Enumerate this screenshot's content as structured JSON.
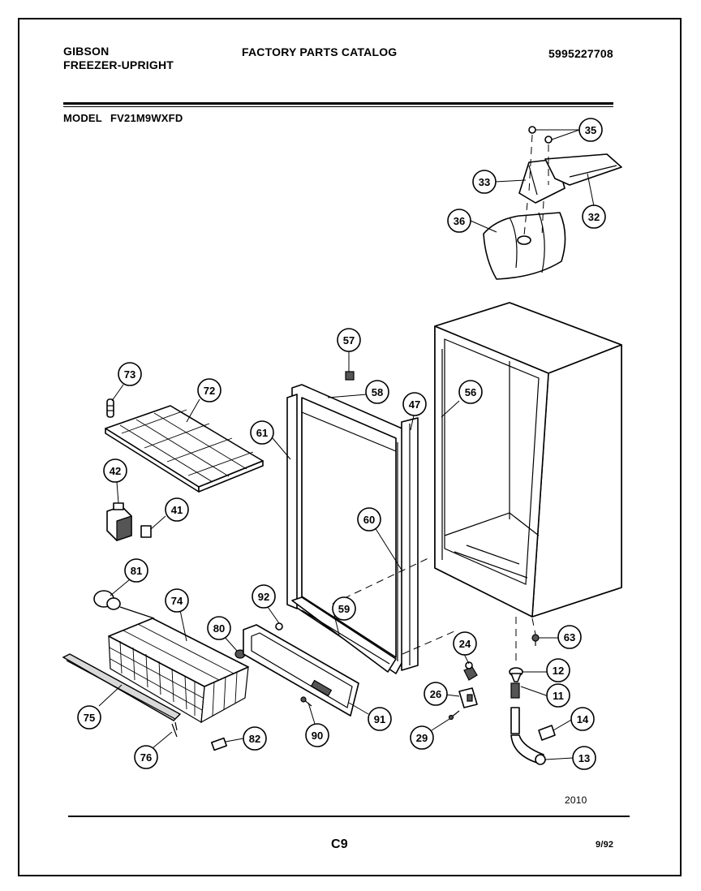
{
  "header": {
    "brand": "GIBSON",
    "product": "FREEZER-UPRIGHT",
    "catalog_title": "FACTORY PARTS CATALOG",
    "catalog_number": "5995227708"
  },
  "model": {
    "label": "MODEL",
    "number": "FV21M9WXFD"
  },
  "footer": {
    "diagram_code": "2010",
    "page_code": "C9",
    "date_code": "9/92"
  },
  "parts": [
    {
      "id": "part-35",
      "number": "35"
    },
    {
      "id": "part-33",
      "number": "33"
    },
    {
      "id": "part-32",
      "number": "32"
    },
    {
      "id": "part-36",
      "number": "36"
    },
    {
      "id": "part-57",
      "number": "57"
    },
    {
      "id": "part-58",
      "number": "58"
    },
    {
      "id": "part-47",
      "number": "47"
    },
    {
      "id": "part-56",
      "number": "56"
    },
    {
      "id": "part-61",
      "number": "61"
    },
    {
      "id": "part-60",
      "number": "60"
    },
    {
      "id": "part-73",
      "number": "73"
    },
    {
      "id": "part-72",
      "number": "72"
    },
    {
      "id": "part-42",
      "number": "42"
    },
    {
      "id": "part-41",
      "number": "41"
    },
    {
      "id": "part-81",
      "number": "81"
    },
    {
      "id": "part-74",
      "number": "74"
    },
    {
      "id": "part-80",
      "number": "80"
    },
    {
      "id": "part-92",
      "number": "92"
    },
    {
      "id": "part-59",
      "number": "59"
    },
    {
      "id": "part-24",
      "number": "24"
    },
    {
      "id": "part-63",
      "number": "63"
    },
    {
      "id": "part-12",
      "number": "12"
    },
    {
      "id": "part-11",
      "number": "11"
    },
    {
      "id": "part-26",
      "number": "26"
    },
    {
      "id": "part-14",
      "number": "14"
    },
    {
      "id": "part-75",
      "number": "75"
    },
    {
      "id": "part-91",
      "number": "91"
    },
    {
      "id": "part-29",
      "number": "29"
    },
    {
      "id": "part-90",
      "number": "90"
    },
    {
      "id": "part-82",
      "number": "82"
    },
    {
      "id": "part-76",
      "number": "76"
    },
    {
      "id": "part-13",
      "number": "13"
    }
  ]
}
